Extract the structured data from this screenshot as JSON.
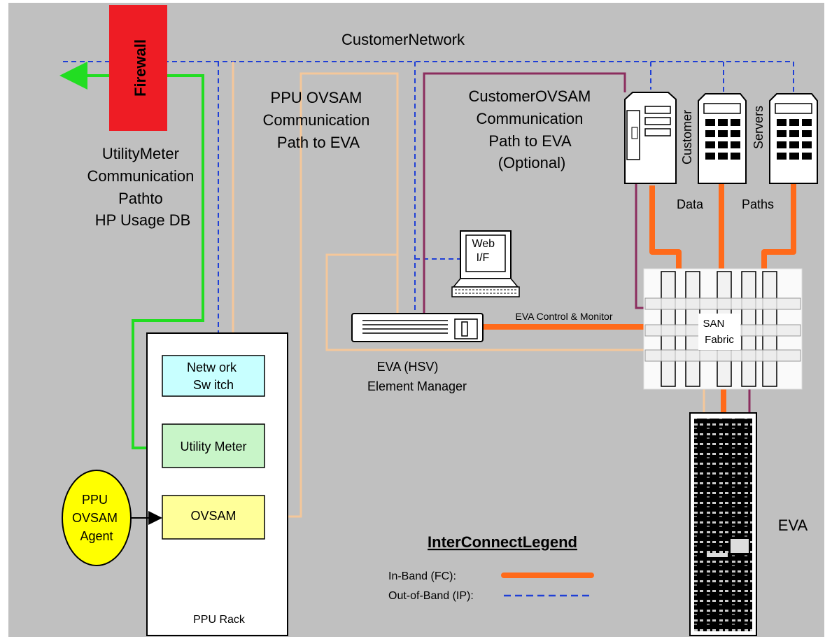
{
  "colors": {
    "background": "#c0c0c0",
    "in_band": "#ff6a1a",
    "out_of_band": "#1f3fd6",
    "customer_path": "#8b2d5e",
    "ppu_path": "#f5c79a",
    "utility_path": "#22dd22",
    "firewall": "#ee1c24",
    "switch_box": "#c8ffff",
    "meter_box": "#c8f5c8",
    "ovsam_box": "#ffff99",
    "agent_oval": "#ffff00"
  },
  "labels": {
    "customer_network": "CustomerNetwork",
    "firewall": "Firewall",
    "utility_path": [
      "UtilityMeter",
      "Communication",
      "Pathto",
      "HP Usage DB"
    ],
    "ppu_path": [
      "PPU OVSAM",
      "Communication",
      "Path to EVA"
    ],
    "customer_path": [
      "CustomerOVSAM",
      "Communication",
      "Path to EVA",
      "(Optional)"
    ],
    "customer_servers_a": "Customer",
    "customer_servers_b": "Servers",
    "data_paths_a": "Data",
    "data_paths_b": "Paths",
    "web_if": [
      "Web",
      "I/F"
    ],
    "eva_control": "EVA Control & Monitor",
    "san_fabric": [
      "SAN",
      "Fabric"
    ],
    "element_manager": [
      "EVA  (HSV)",
      "Element  Manager"
    ],
    "network_switch": [
      "Netw ork",
      "Sw itch"
    ],
    "utility_meter": "Utility  Meter",
    "ovsam": "OVSAM",
    "ppu_agent": [
      "PPU",
      "OVSAM",
      "Agent"
    ],
    "ppu_rack": "PPU  Rack",
    "eva": "EVA"
  },
  "legend": {
    "title": "InterConnectLegend",
    "in_band": "In-Band (FC):",
    "out_of_band": "Out-of-Band (IP):"
  }
}
